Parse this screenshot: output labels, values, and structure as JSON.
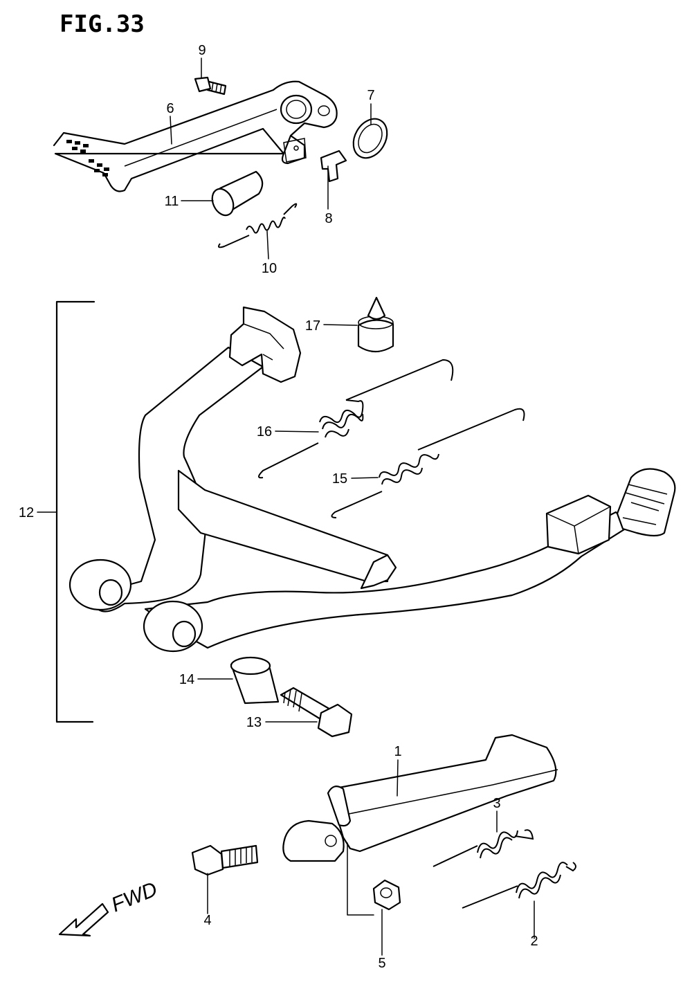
{
  "figure": {
    "title": "FIG.33"
  },
  "direction_label": "FWD",
  "callouts": [
    {
      "id": "c9",
      "label": "9"
    },
    {
      "id": "c6",
      "label": "6"
    },
    {
      "id": "c7",
      "label": "7"
    },
    {
      "id": "c11",
      "label": "11"
    },
    {
      "id": "c8",
      "label": "8"
    },
    {
      "id": "c10",
      "label": "10"
    },
    {
      "id": "c17",
      "label": "17"
    },
    {
      "id": "c16",
      "label": "16"
    },
    {
      "id": "c15",
      "label": "15"
    },
    {
      "id": "c12",
      "label": "12"
    },
    {
      "id": "c14",
      "label": "14"
    },
    {
      "id": "c13",
      "label": "13"
    },
    {
      "id": "c1",
      "label": "1"
    },
    {
      "id": "c3",
      "label": "3"
    },
    {
      "id": "c4",
      "label": "4"
    },
    {
      "id": "c2",
      "label": "2"
    },
    {
      "id": "c5",
      "label": "5"
    }
  ]
}
